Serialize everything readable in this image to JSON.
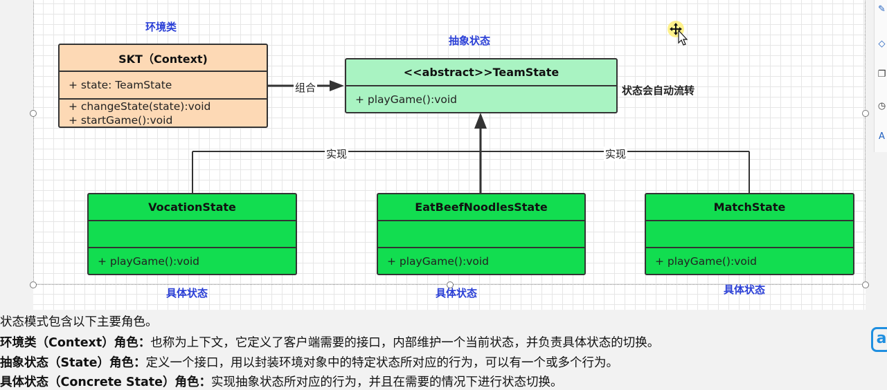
{
  "diagram": {
    "labels": {
      "context_role": "环境类",
      "abstract_role": "抽象状态",
      "concrete_role_1": "具体状态",
      "concrete_role_2": "具体状态",
      "concrete_role_3": "具体状态",
      "auto_transition": "状态会自动流转",
      "composition": "组合",
      "implement_left": "实现",
      "implement_right": "实现"
    },
    "context_class": {
      "name": "SKT（Context)",
      "attribute": "+ state: TeamState",
      "method_1": "+ changeState(state):void",
      "method_2": "+ startGame():void",
      "fill": "#fdd9b5"
    },
    "abstract_class": {
      "name": "<<abstract>>TeamState",
      "method": "+ playGame():void",
      "fill": "#a9f3c2"
    },
    "concrete_classes": [
      {
        "name": "VocationState",
        "method": "+ playGame():void"
      },
      {
        "name": "EatBeefNoodlesState",
        "method": "+ playGame():void"
      },
      {
        "name": "MatchState",
        "method": "+ playGame():void"
      }
    ],
    "concrete_fill": "#12dd50",
    "role_label_color": "#2a3fd6"
  },
  "description": {
    "intro": "状态模式包含以下主要角色。",
    "lines": [
      {
        "term": "环境类（Context）角色：",
        "text": "也称为上下文，它定义了客户端需要的接口，内部维护一个当前状态，并负责具体状态的切换。"
      },
      {
        "term": "抽象状态（State）角色：",
        "text": "定义一个接口，用以封装环境对象中的特定状态所对应的行为，可以有一个或多个行为。"
      },
      {
        "term": "具体状态（Concrete State）角色：",
        "text": "实现抽象状态所对应的行为，并且在需要的情况下进行状态切换。"
      }
    ]
  },
  "toolbar": {
    "icons": [
      "pen-icon",
      "shape-icon",
      "copy-icon",
      "history-icon",
      "text-icon"
    ]
  }
}
